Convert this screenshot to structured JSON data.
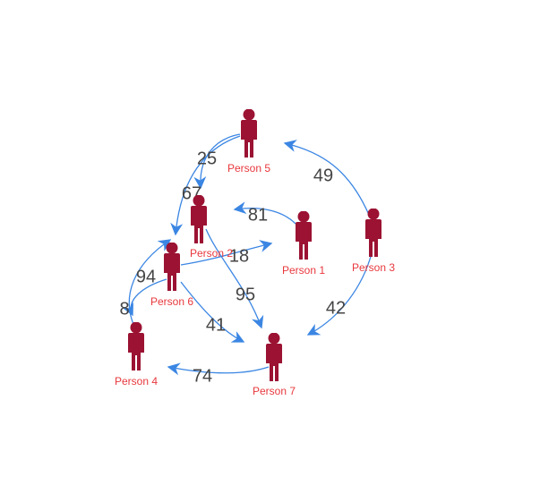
{
  "colors": {
    "node": "#9b1232",
    "node_label": "#e8383d",
    "edge": "#3b86e3",
    "edge_label": "#444444",
    "background": "#ffffff"
  },
  "icons": {
    "node_icon": "person-icon"
  },
  "nodes": [
    {
      "id": "p1",
      "label": "Person 1"
    },
    {
      "id": "p2",
      "label": "Person 2"
    },
    {
      "id": "p3",
      "label": "Person 3"
    },
    {
      "id": "p4",
      "label": "Person 4"
    },
    {
      "id": "p5",
      "label": "Person 5"
    },
    {
      "id": "p6",
      "label": "Person 6"
    },
    {
      "id": "p7",
      "label": "Person 7"
    }
  ],
  "edges": [
    {
      "id": "e1",
      "source": "p5",
      "target": "p2",
      "label": "25"
    },
    {
      "id": "e2",
      "source": "p3",
      "target": "p5",
      "label": "49"
    },
    {
      "id": "e3",
      "source": "p5",
      "target": "p6",
      "label": "67"
    },
    {
      "id": "e4",
      "source": "p1",
      "target": "p2",
      "label": "81"
    },
    {
      "id": "e5",
      "source": "p6",
      "target": "p1",
      "label": "18"
    },
    {
      "id": "e6",
      "source": "p2",
      "target": "p7",
      "label": "95"
    },
    {
      "id": "e7",
      "source": "p3",
      "target": "p7",
      "label": "42"
    },
    {
      "id": "e8",
      "source": "p4",
      "target": "p2",
      "label": "94"
    },
    {
      "id": "e9",
      "source": "p6",
      "target": "p4",
      "label": "8"
    },
    {
      "id": "e10",
      "source": "p6",
      "target": "p7",
      "label": "41"
    },
    {
      "id": "e11",
      "source": "p7",
      "target": "p4",
      "label": "74"
    }
  ]
}
